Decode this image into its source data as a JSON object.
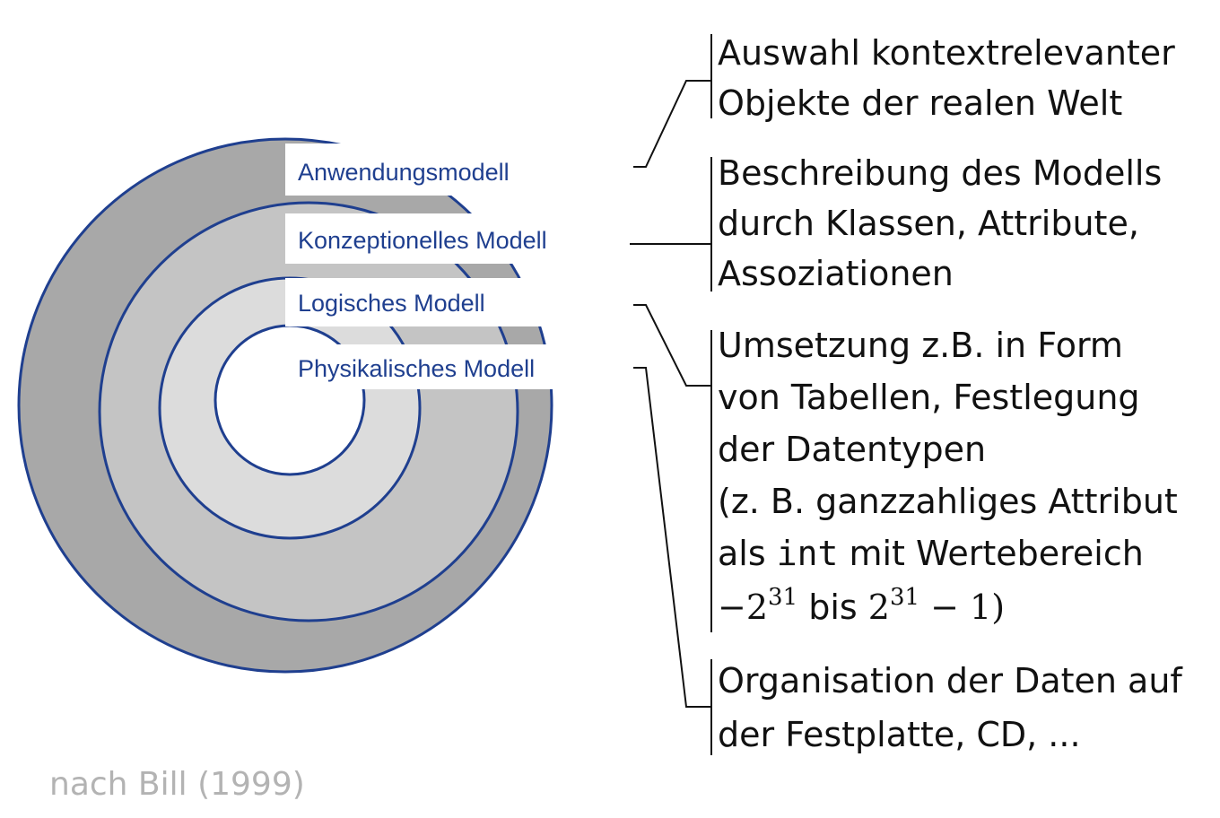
{
  "rings": [
    {
      "label": "Anwendungsmodell",
      "fill": "#a8a8a8"
    },
    {
      "label": "Konzeptionelles Modell",
      "fill": "#c4c4c4"
    },
    {
      "label": "Logisches Modell",
      "fill": "#dcdcdc"
    },
    {
      "label": "Physikalisches Modell",
      "fill": "#ffffff"
    }
  ],
  "ring_stroke_color": "#1f3f8f",
  "descriptions": [
    {
      "lines": [
        "Auswahl kontextrelevanter",
        "Objekte der realen Welt"
      ]
    },
    {
      "lines": [
        "Beschreibung des Modells",
        "durch Klassen, Attribute,",
        "Assoziationen"
      ]
    },
    {
      "lines": [
        "Umsetzung z.B. in Form",
        "von Tabellen, Festlegung",
        "der Datentypen",
        "(z. B. ganzzahliges Attribut"
      ],
      "line5": {
        "prefix": "als ",
        "code": "int",
        "suffix": " mit Wertebereich"
      },
      "line6": {
        "minus": "−",
        "base": "2",
        "exp": "31",
        "middle": " bis ",
        "base2": "2",
        "exp2": "31",
        "tail": " − 1)"
      }
    },
    {
      "lines": [
        "Organisation der Daten auf",
        "der Festplatte, CD, ..."
      ]
    }
  ],
  "source": "nach Bill (1999)"
}
